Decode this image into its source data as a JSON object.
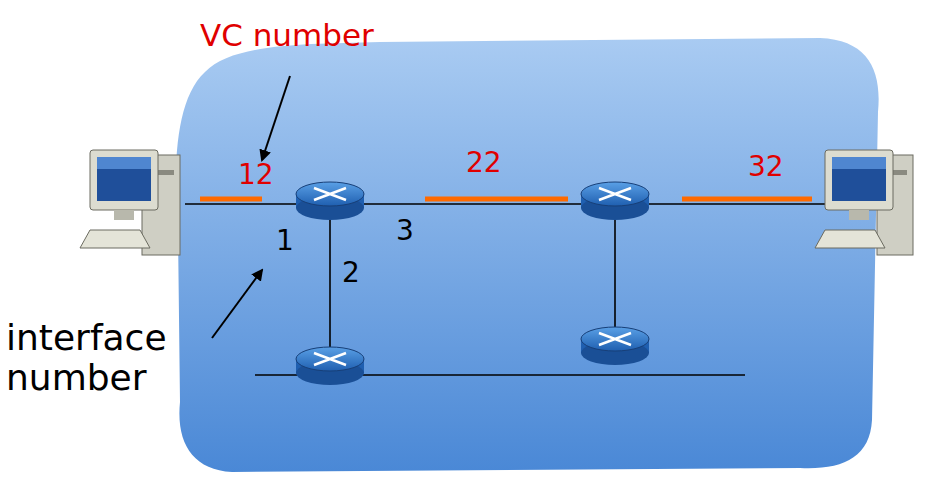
{
  "diagram": {
    "labels": [
      "VC number",
      "12",
      "22",
      "32",
      "1",
      "2",
      "3",
      "interface number"
    ]
  }
}
